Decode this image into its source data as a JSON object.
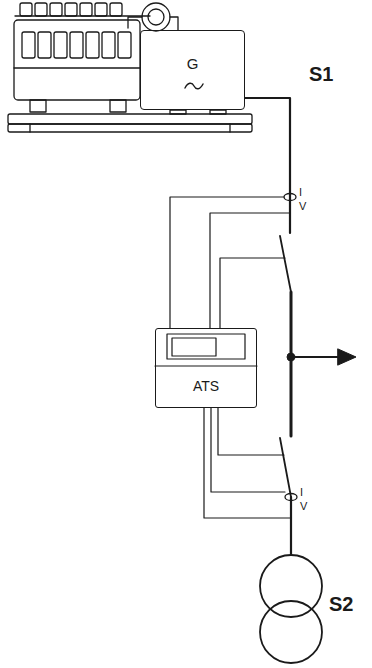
{
  "diagram": {
    "nodes": [
      {
        "text": [
          "G"
        ]
      },
      {
        "text": [
          "ATS"
        ]
      }
    ],
    "labels": [
      "S1",
      "I",
      "V",
      "I",
      "V",
      "S2"
    ]
  }
}
